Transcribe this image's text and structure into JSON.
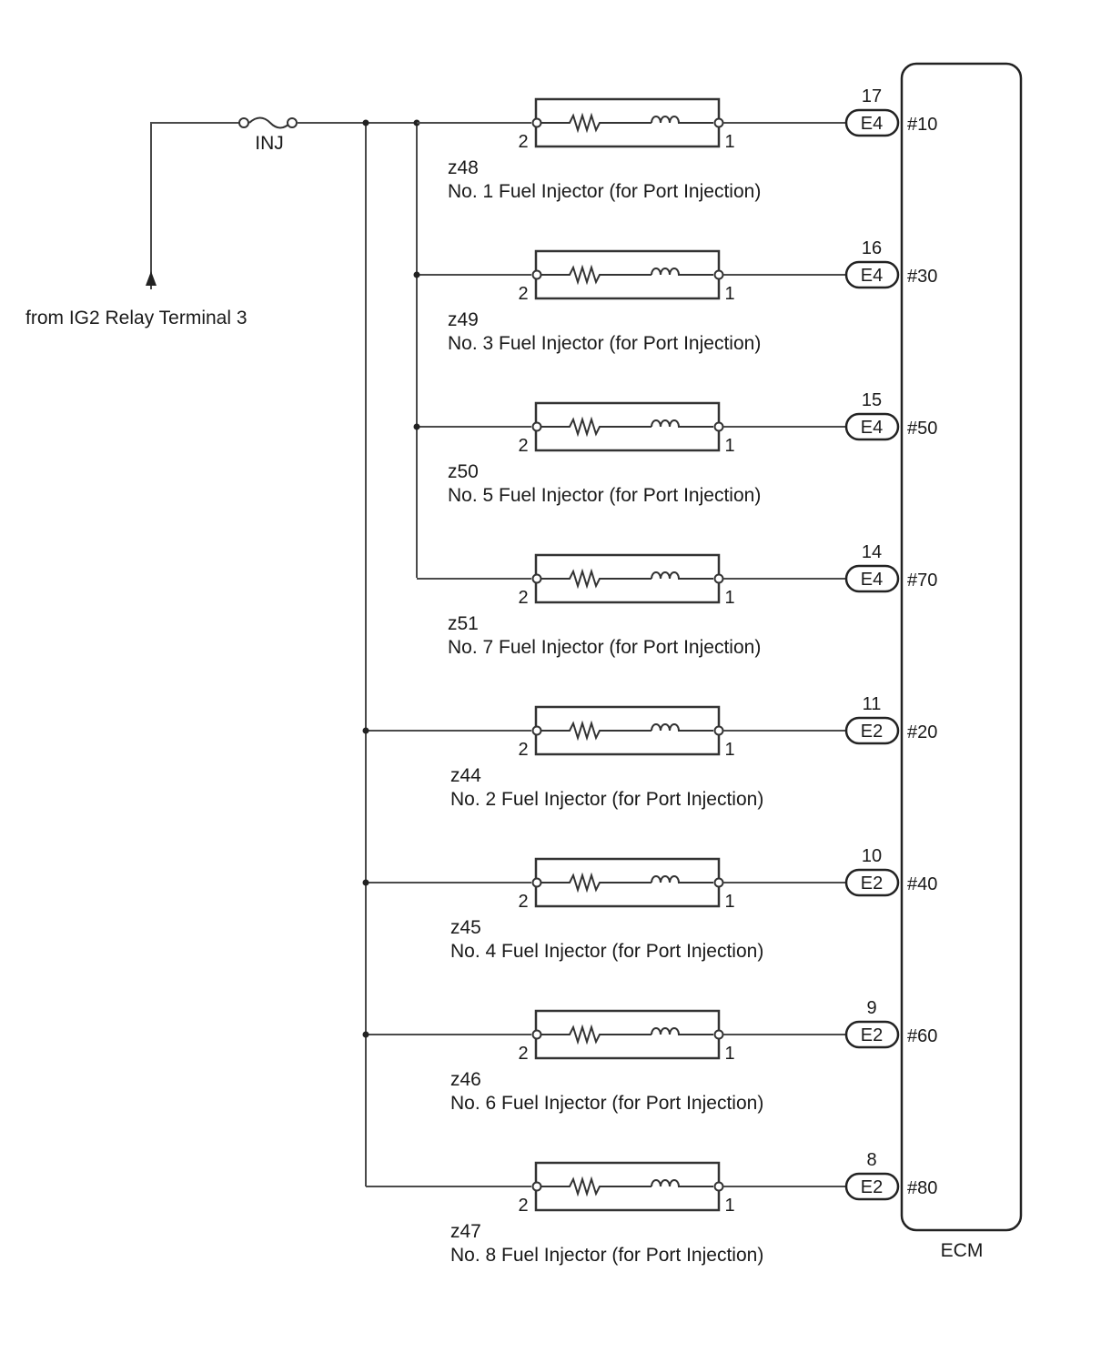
{
  "source_label": "from IG2 Relay Terminal 3",
  "fuse_label": "INJ",
  "ecm_label": "ECM",
  "pin_left": "2",
  "pin_right": "1",
  "colors": {
    "line": "#333333",
    "background": "#ffffff"
  },
  "injectors": [
    {
      "code": "z48",
      "name": "No. 1 Fuel Injector (for Port Injection)",
      "connector": "E4",
      "pin": "17",
      "terminal": "#10"
    },
    {
      "code": "z49",
      "name": "No. 3 Fuel Injector (for Port Injection)",
      "connector": "E4",
      "pin": "16",
      "terminal": "#30"
    },
    {
      "code": "z50",
      "name": "No. 5 Fuel Injector (for Port Injection)",
      "connector": "E4",
      "pin": "15",
      "terminal": "#50"
    },
    {
      "code": "z51",
      "name": "No. 7 Fuel Injector (for Port Injection)",
      "connector": "E4",
      "pin": "14",
      "terminal": "#70"
    },
    {
      "code": "z44",
      "name": "No. 2 Fuel Injector (for Port Injection)",
      "connector": "E2",
      "pin": "11",
      "terminal": "#20"
    },
    {
      "code": "z45",
      "name": "No. 4 Fuel Injector (for Port Injection)",
      "connector": "E2",
      "pin": "10",
      "terminal": "#40"
    },
    {
      "code": "z46",
      "name": "No. 6 Fuel Injector (for Port Injection)",
      "connector": "E2",
      "pin": "9",
      "terminal": "#60"
    },
    {
      "code": "z47",
      "name": "No. 8 Fuel Injector (for Port Injection)",
      "connector": "E2",
      "pin": "8",
      "terminal": "#80"
    }
  ]
}
